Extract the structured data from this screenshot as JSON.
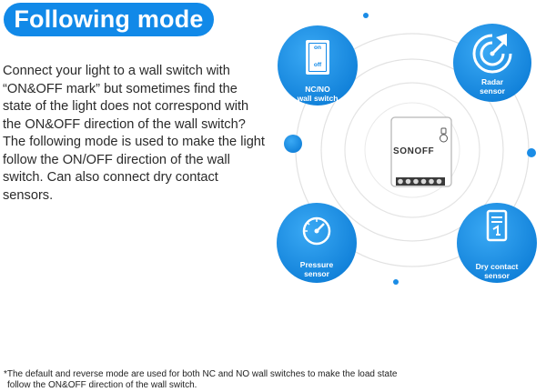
{
  "title": "Following mode",
  "description": "Connect your light to a wall switch with “ON&OFF mark” but sometimes find the state of the light does not correspond with the ON&OFF direction of the wall switch? The following mode is used to make the light follow the ON/OFF direction of the wall switch. Can also connect dry contact sensors.",
  "features": [
    {
      "line1": "NC/NO",
      "line2": "wall switch",
      "icon": "wall-switch-icon",
      "switch_on": "on",
      "switch_off": "off"
    },
    {
      "line1": "Radar",
      "line2": "sensor",
      "icon": "radar-icon"
    },
    {
      "line1": "Pressure",
      "line2": "sensor",
      "icon": "pressure-gauge-icon"
    },
    {
      "line1": "Dry contact",
      "line2": "sensor",
      "icon": "dry-contact-icon"
    }
  ],
  "device": {
    "brand": "SONOFF",
    "icon": "smart-switch-device"
  },
  "footnote_line1": "*The default and reverse mode are used for both NC and NO wall switches to make the load state",
  "footnote_line2": "follow the ON&OFF direction of the wall switch.",
  "colors": {
    "accent": "#1189e8",
    "circle_light": "#39a6f2",
    "circle_dark": "#0f7fd8",
    "ring": "#dcdcdc"
  }
}
